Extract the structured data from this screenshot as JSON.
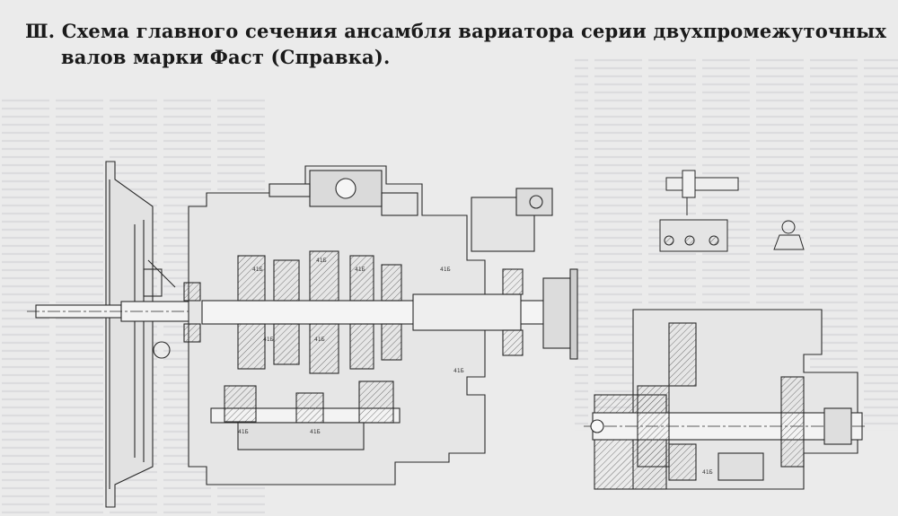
{
  "title": {
    "line1": "Ⅲ. Схема главного сечения ансамбля вариатора серии двухпромежуточных",
    "line2": "валов марки Фаст (Справка)."
  },
  "part_labels": {
    "main_gear_1": "41Б",
    "main_gear_2": "41Б",
    "main_gear_3": "41Б",
    "main_gear_4": "41Б",
    "shaft_label_1": "41Б",
    "shaft_label_2": "41Б",
    "counter_label_1": "41Б",
    "counter_label_2": "41Б",
    "rear_label": "41Б",
    "detail_label": "41Б"
  },
  "colors": {
    "paper": "#ebebeb",
    "ink": "#2a2a2a",
    "hatch": "#555555",
    "bleed": "#d6d6d8"
  }
}
